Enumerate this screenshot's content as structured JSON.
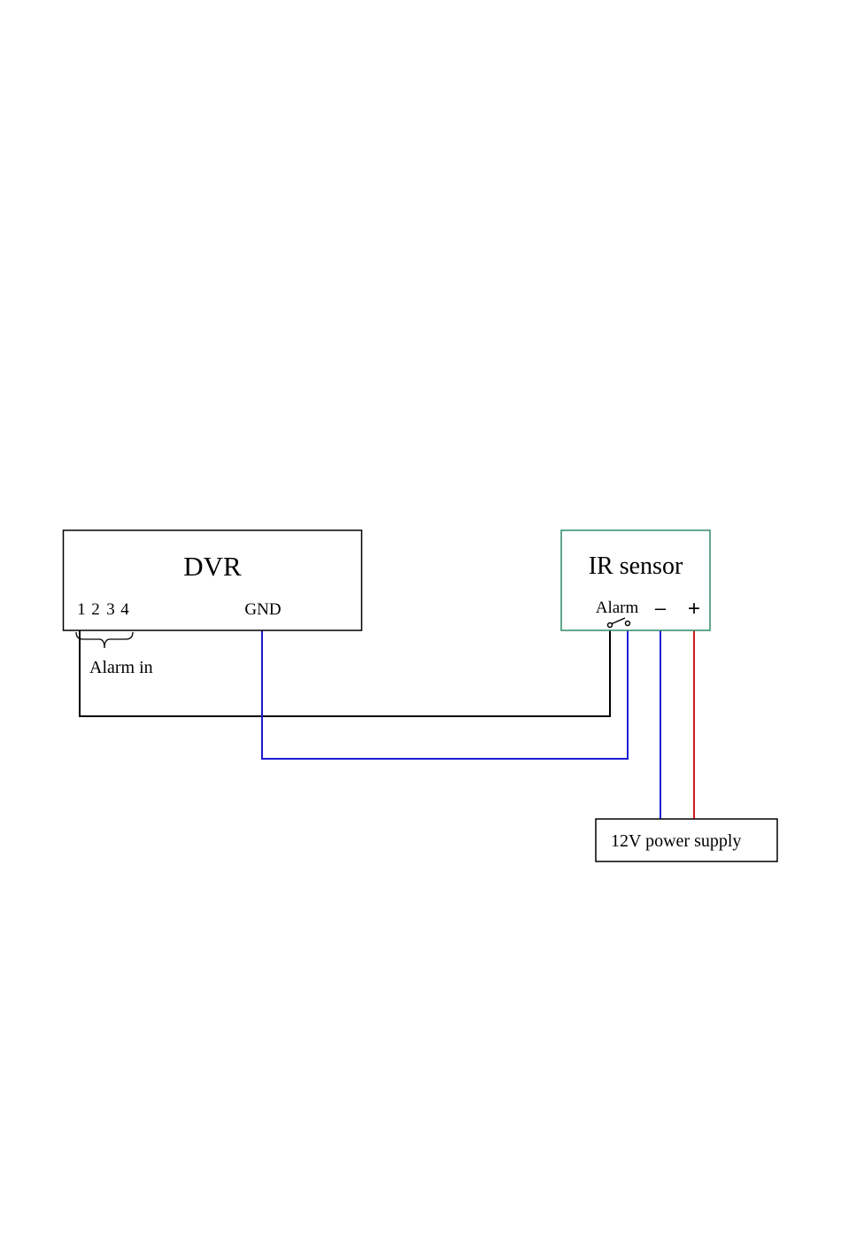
{
  "dvr": {
    "title": "DVR",
    "alarm_terminals": [
      "1",
      "2",
      "3",
      "4"
    ],
    "gnd_label": "GND",
    "alarm_in_label": "Alarm in"
  },
  "ir_sensor": {
    "title": "IR sensor",
    "alarm_label": "Alarm",
    "minus_label": "–",
    "plus_label": "+"
  },
  "power_supply": {
    "label": "12V power supply"
  },
  "colors": {
    "dvr_border": "#000000",
    "ir_sensor_border": "#2e8b66",
    "power_border": "#000000",
    "alarm_wire": "#000000",
    "ground_wire": "#1a1ad6",
    "negative_wire": "#1a1ad6",
    "positive_wire": "#d61a1a"
  }
}
